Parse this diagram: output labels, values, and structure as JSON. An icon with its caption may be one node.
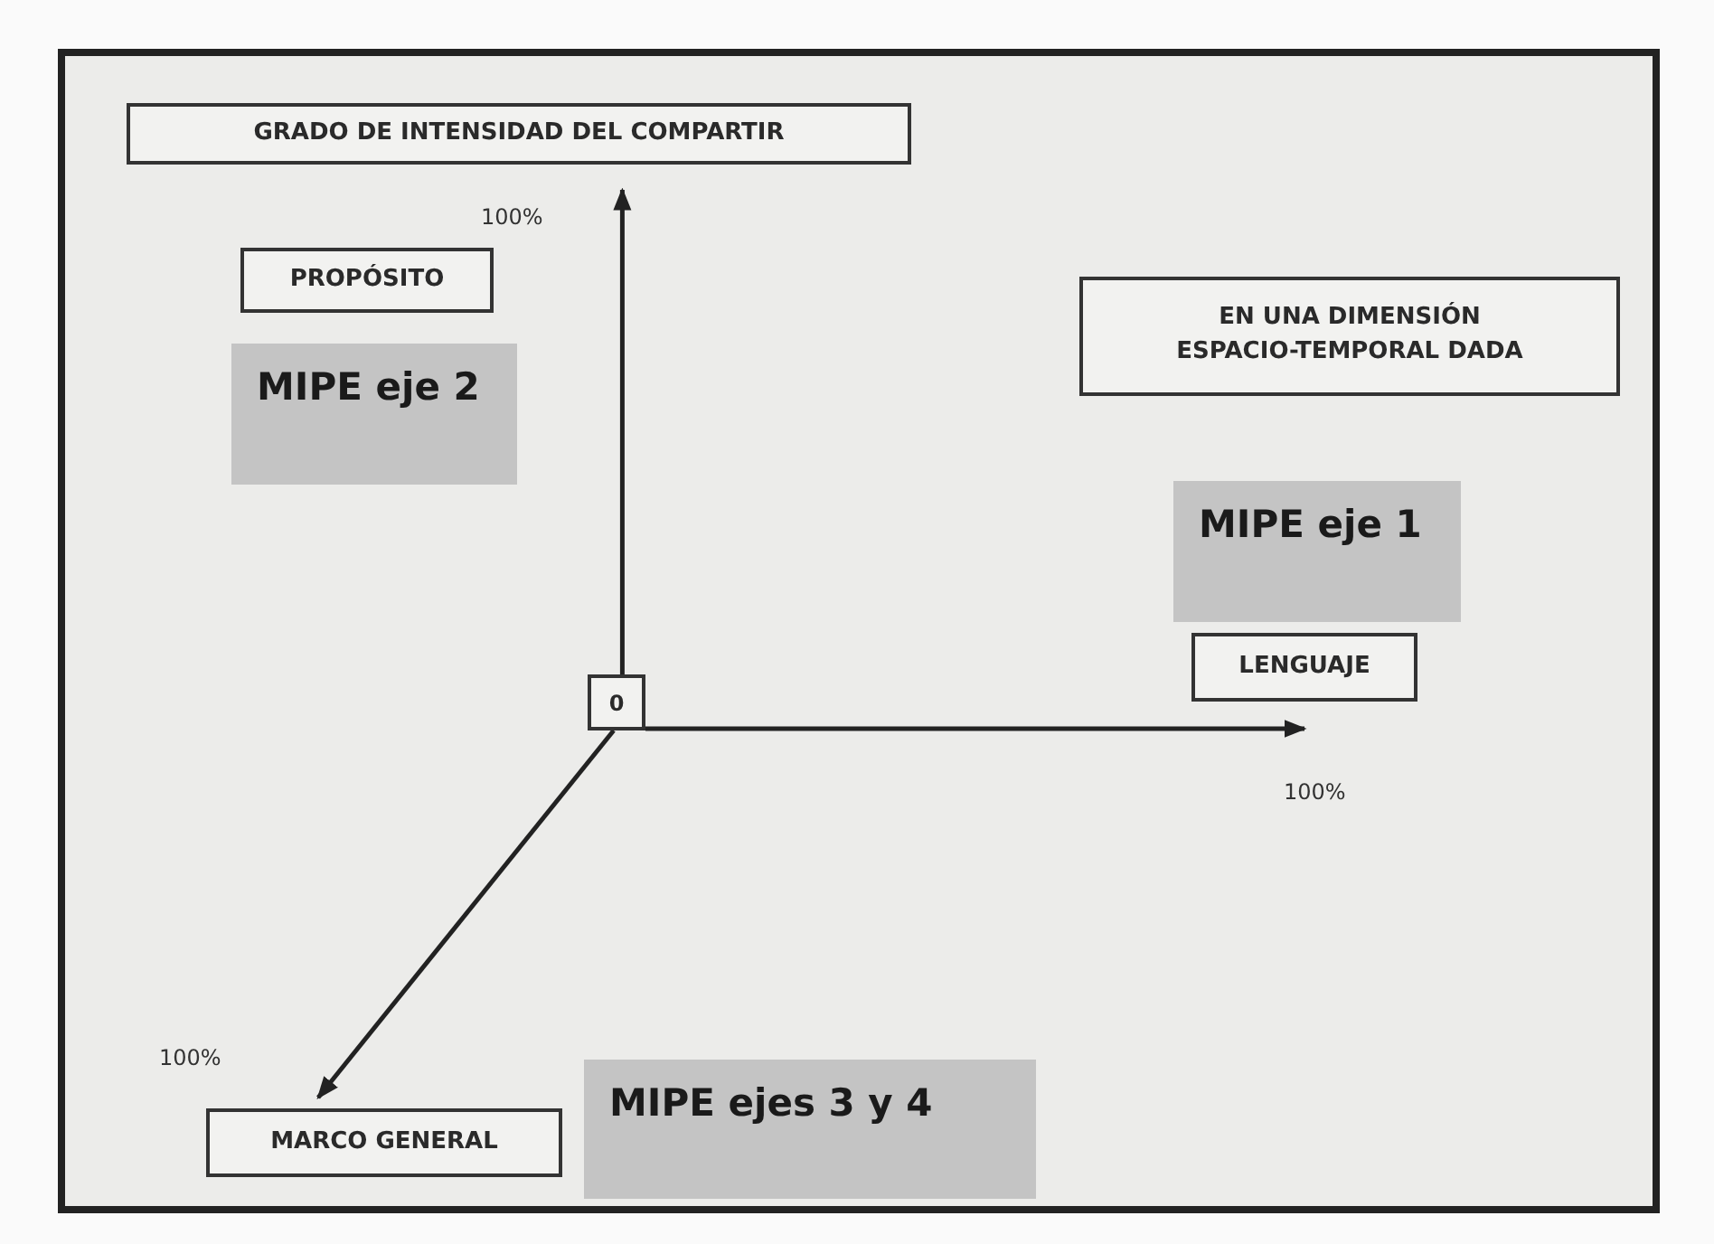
{
  "diagram": {
    "nodes": [
      {
        "text": [
          "GRADO DE INTENSIDAD DEL COMPARTIR"
        ]
      },
      {
        "text": [
          "PROPÓSITO"
        ]
      },
      {
        "text": [
          "MIPE eje 2"
        ]
      },
      {
        "text": [
          "EN UNA DIMENSIÓN ESPACIO-TEMPORAL DADA"
        ]
      },
      {
        "text": [
          "MIPE eje 1"
        ]
      },
      {
        "text": [
          "LENGUAJE"
        ]
      },
      {
        "text": [
          "0"
        ]
      },
      {
        "text": [
          "MARCO GENERAL"
        ]
      },
      {
        "text": [
          "MIPE ejes 3 y 4"
        ]
      }
    ],
    "edges": [
      {
        "from": 6,
        "to": 0,
        "arrow": "to"
      },
      {
        "from": 6,
        "to": 5,
        "arrow": "to"
      },
      {
        "from": 6,
        "to": 7,
        "arrow": "to"
      }
    ],
    "labels": [
      "100%",
      "100%",
      "100%"
    ]
  }
}
